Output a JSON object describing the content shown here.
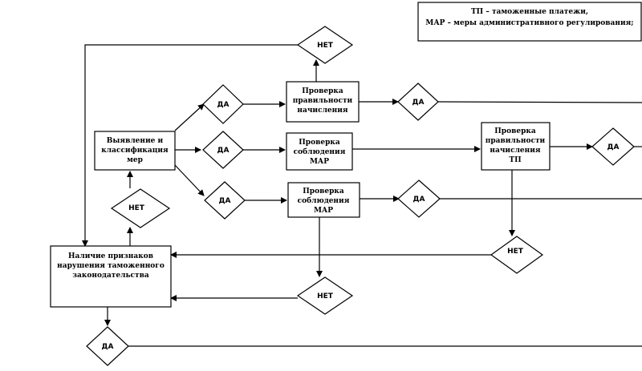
{
  "legend": {
    "line1": "ТП – таможенные платежи,",
    "line2": "МАР – меры административного регулирования;"
  },
  "boxes": {
    "reveal": [
      "Выявление и",
      "классификация",
      "мер"
    ],
    "check_top": [
      "Проверка",
      "правильности",
      "начисления"
    ],
    "check_mid": [
      "Проверка",
      "соблюдения",
      "МАР"
    ],
    "check_low": [
      "Проверка",
      "соблюдения",
      "МАР"
    ],
    "check_right": [
      "Проверка",
      "правильности",
      "начисления",
      "ТП"
    ],
    "signs": [
      "Наличие признаков",
      "нарушения таможенного",
      "законодательства"
    ]
  },
  "labels": {
    "yes": "ДА",
    "no": "НЕТ"
  }
}
